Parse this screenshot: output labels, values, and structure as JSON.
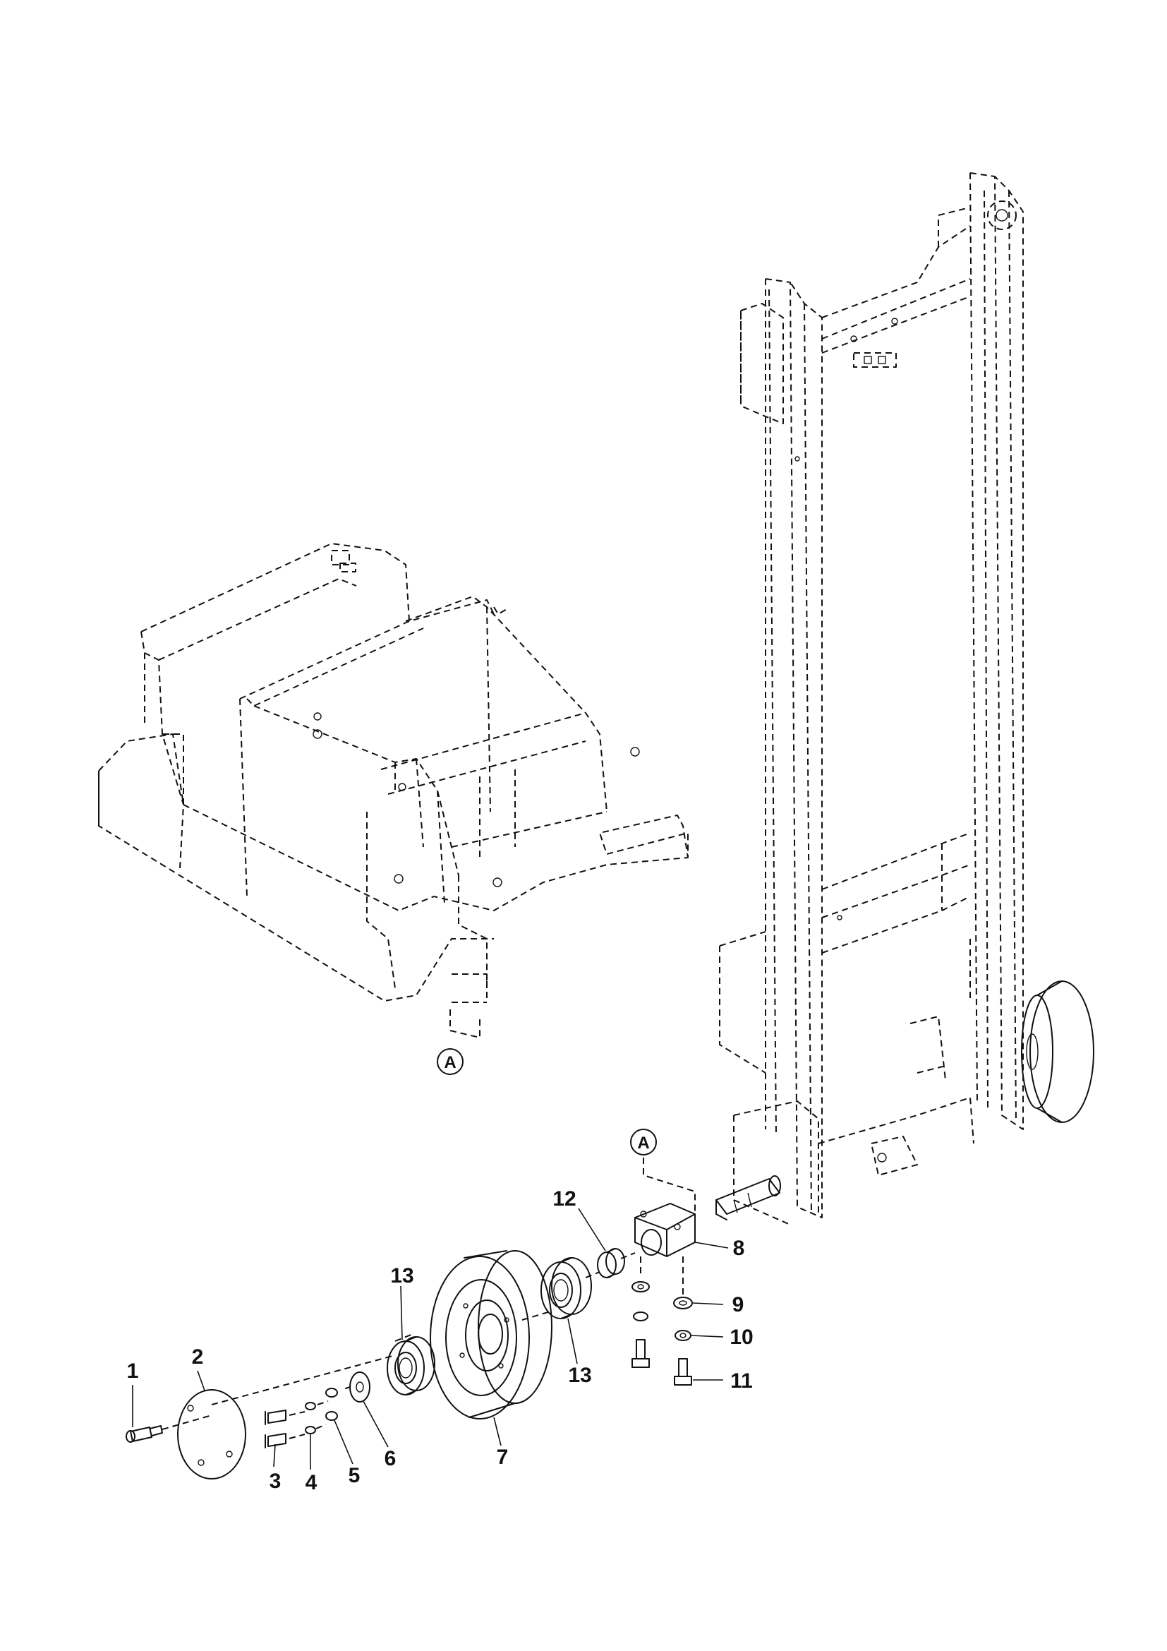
{
  "callouts": {
    "c1": "1",
    "c2": "2",
    "c3": "3",
    "c4": "4",
    "c5": "5",
    "c6": "6",
    "c7": "7",
    "c8": "8",
    "c9": "9",
    "c10": "10",
    "c11": "11",
    "c12": "12",
    "c13a": "13",
    "c13b": "13"
  },
  "reference_marks": {
    "upper": "A",
    "lower": "A"
  }
}
